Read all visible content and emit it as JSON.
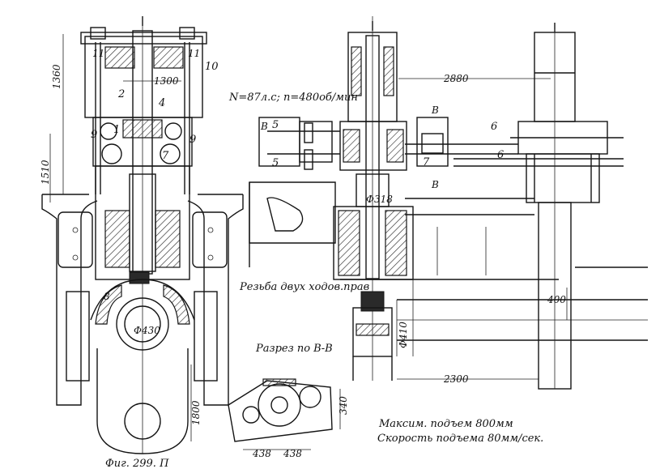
{
  "labels": {
    "power_spec": "N=87л.с; n=480об/мин",
    "thread": "Резьба двух ходов.прав",
    "section": "Разрез по В-В",
    "max_lift": "Максим. подъем 800мм",
    "lift_speed": "Скорость подъема 80мм/сек.",
    "bottom_caption": "Фиг. 299. П"
  },
  "dimensions": {
    "d1360": "1360",
    "d1300": "1300",
    "d1510": "1510",
    "d1800": "1800",
    "d2880": "2880",
    "d2300": "2300",
    "d400": "400",
    "d0410": "Ф410",
    "d0318": "Ф318",
    "d430": "Ф430",
    "d340": "340",
    "d438a": "438",
    "d438b": "438"
  },
  "part_numbers": {
    "p1": "1",
    "p2": "2",
    "p4": "4",
    "p5": "5",
    "p5b": "5",
    "p6": "6",
    "p6b": "6",
    "p7": "7",
    "p7b": "7",
    "p9": "9",
    "p9b": "9",
    "p10": "10",
    "p11a": "11",
    "p11b": "11",
    "p8": "8"
  },
  "section_marks": {
    "b_top": "В",
    "b_bottom": "В",
    "b_left": "В"
  }
}
